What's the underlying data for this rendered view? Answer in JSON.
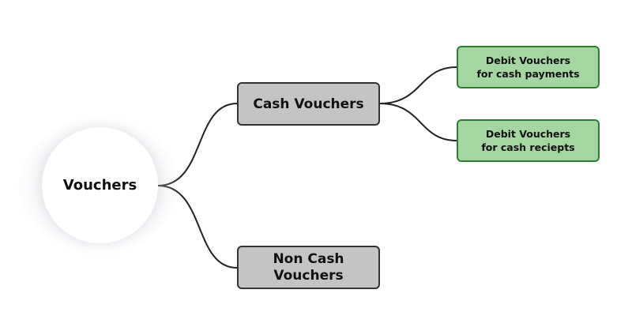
{
  "diagram": {
    "root": {
      "label": "Vouchers"
    },
    "cash_vouchers": {
      "label": "Cash Vouchers"
    },
    "non_cash_vouchers": {
      "line1": "Non Cash",
      "line2": "Vouchers"
    },
    "debit_cash_payments": {
      "line1": "Debit Vouchers",
      "line2": "for cash payments"
    },
    "debit_cash_receipts": {
      "line1": "Debit Vouchers",
      "line2": "for cash reciepts"
    }
  },
  "colors": {
    "grey_node_fill": "#c4c4c4",
    "grey_node_border": "#333333",
    "green_node_fill": "#a5d6a2",
    "green_node_border": "#2e7d32",
    "connector": "#222222"
  }
}
